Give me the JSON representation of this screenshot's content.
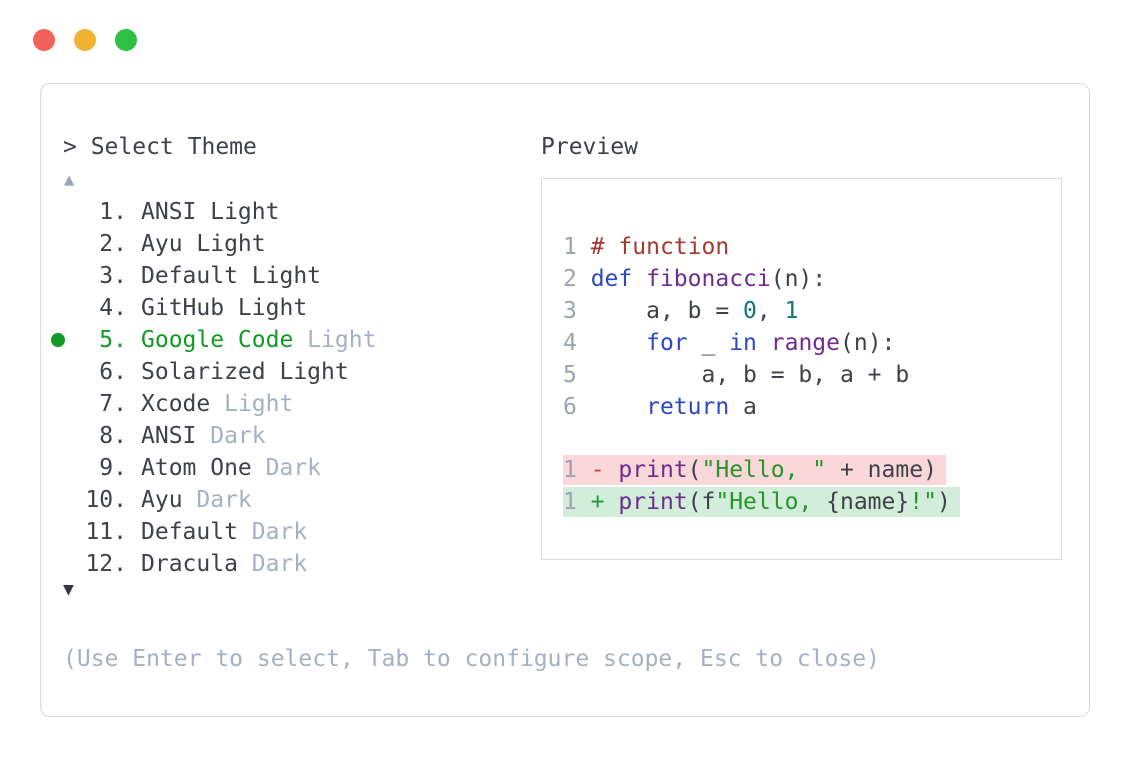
{
  "window": {
    "traffic_lights": {
      "close": "#f3615b",
      "minimize": "#f2b233",
      "maximize": "#2cc144"
    }
  },
  "selector": {
    "title": "> Select Theme",
    "scroll_up_icon": "▲",
    "scroll_down_icon": "▼",
    "items": [
      {
        "num": "1.",
        "name": "ANSI Light",
        "suffix": "",
        "selected": false
      },
      {
        "num": "2.",
        "name": "Ayu Light",
        "suffix": "",
        "selected": false
      },
      {
        "num": "3.",
        "name": "Default Light",
        "suffix": "",
        "selected": false
      },
      {
        "num": "4.",
        "name": "GitHub Light",
        "suffix": "",
        "selected": false
      },
      {
        "num": "5.",
        "name": "Google Code",
        "suffix": "Light",
        "selected": true
      },
      {
        "num": "6.",
        "name": "Solarized Light",
        "suffix": "",
        "selected": false
      },
      {
        "num": "7.",
        "name": "Xcode",
        "suffix": "Light",
        "selected": false
      },
      {
        "num": "8.",
        "name": "ANSI",
        "suffix": "Dark",
        "selected": false
      },
      {
        "num": "9.",
        "name": "Atom One",
        "suffix": "Dark",
        "selected": false
      },
      {
        "num": "10.",
        "name": "Ayu",
        "suffix": "Dark",
        "selected": false
      },
      {
        "num": "11.",
        "name": "Default",
        "suffix": "Dark",
        "selected": false
      },
      {
        "num": "12.",
        "name": "Dracula",
        "suffix": "Dark",
        "selected": false
      }
    ],
    "hint": "(Use Enter to select, Tab to configure scope, Esc to close)"
  },
  "preview": {
    "label": "Preview",
    "code_lines": [
      {
        "num": "1",
        "tokens": [
          {
            "t": "# function",
            "c": "comment"
          }
        ]
      },
      {
        "num": "2",
        "tokens": [
          {
            "t": "def",
            "c": "keyword"
          },
          {
            "t": " ",
            "c": "plain"
          },
          {
            "t": "fibonacci",
            "c": "func"
          },
          {
            "t": "(n):",
            "c": "plain"
          }
        ]
      },
      {
        "num": "3",
        "tokens": [
          {
            "t": "    a, b = ",
            "c": "plain"
          },
          {
            "t": "0",
            "c": "literal"
          },
          {
            "t": ", ",
            "c": "plain"
          },
          {
            "t": "1",
            "c": "literal"
          }
        ]
      },
      {
        "num": "4",
        "tokens": [
          {
            "t": "    ",
            "c": "plain"
          },
          {
            "t": "for",
            "c": "keyword"
          },
          {
            "t": " _ ",
            "c": "plain"
          },
          {
            "t": "in",
            "c": "keyword"
          },
          {
            "t": " ",
            "c": "plain"
          },
          {
            "t": "range",
            "c": "func"
          },
          {
            "t": "(n):",
            "c": "plain"
          }
        ]
      },
      {
        "num": "5",
        "tokens": [
          {
            "t": "        a, b = b, a + b",
            "c": "plain"
          }
        ]
      },
      {
        "num": "6",
        "tokens": [
          {
            "t": "    ",
            "c": "plain"
          },
          {
            "t": "return",
            "c": "keyword"
          },
          {
            "t": " a",
            "c": "plain"
          }
        ]
      }
    ],
    "diff_lines": [
      {
        "num": "1",
        "kind": "removed",
        "sign": "-",
        "tokens": [
          {
            "t": "print",
            "c": "func"
          },
          {
            "t": "(",
            "c": "plain"
          },
          {
            "t": "\"Hello, \"",
            "c": "string"
          },
          {
            "t": " + name)",
            "c": "plain"
          }
        ]
      },
      {
        "num": "1",
        "kind": "added",
        "sign": "+",
        "tokens": [
          {
            "t": "print",
            "c": "func"
          },
          {
            "t": "(f",
            "c": "plain"
          },
          {
            "t": "\"Hello, ",
            "c": "string"
          },
          {
            "t": "{name}",
            "c": "plain"
          },
          {
            "t": "!\"",
            "c": "string"
          },
          {
            "t": ")",
            "c": "plain"
          }
        ]
      }
    ]
  },
  "colors": {
    "plain": "#3d4148",
    "comment": "#a23a2e",
    "keyword": "#2b49c1",
    "func": "#6e2b90",
    "literal": "#10737b",
    "string": "#28942e",
    "line_number": "#9aa2b4",
    "selected_green": "#119b23",
    "muted": "#a7afc2",
    "diff_minus": "#c4403a",
    "diff_plus": "#23993b",
    "diff_removed_bg": "#fad7d9",
    "diff_added_bg": "#d2edda"
  }
}
